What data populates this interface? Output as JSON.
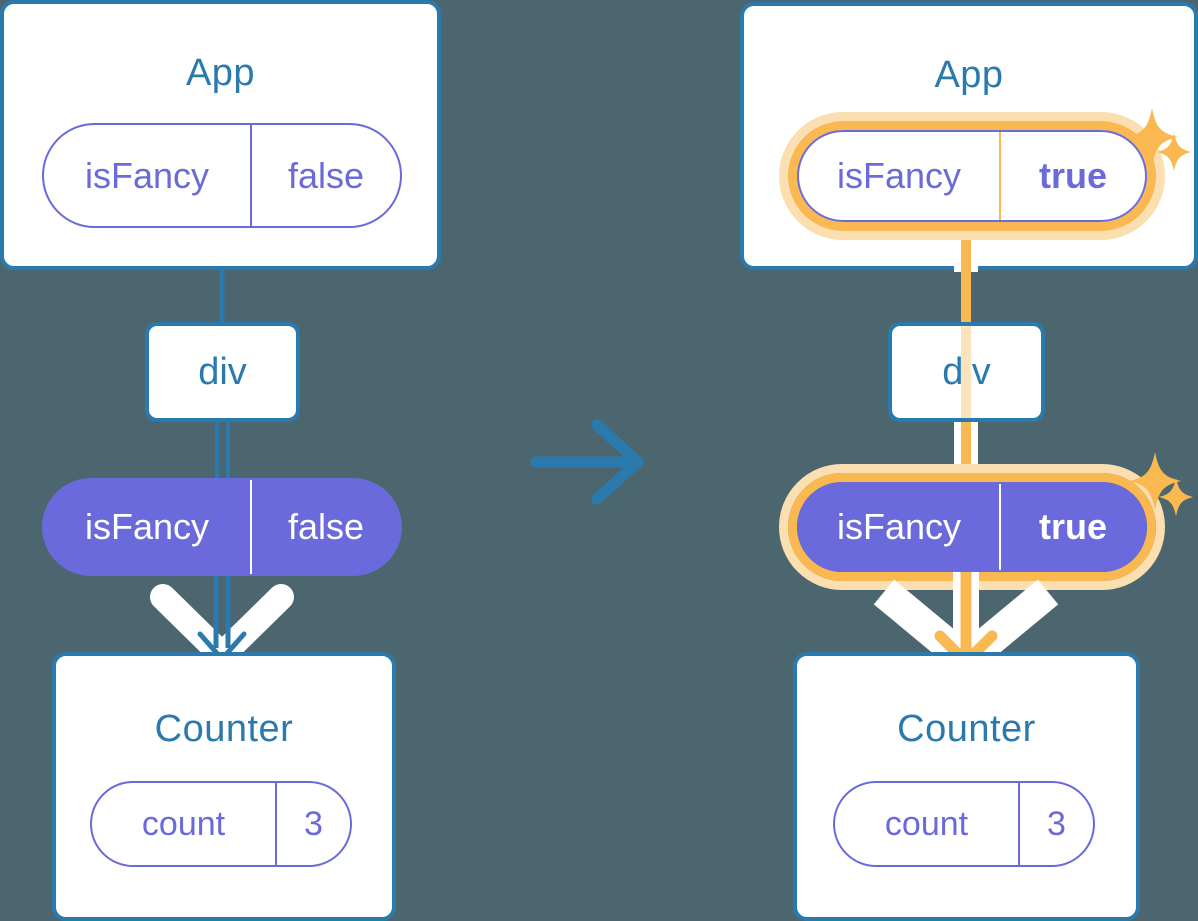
{
  "diagram": {
    "title_semantic": "react-state-propagation-before-after",
    "background_color": "#4c6670",
    "accent_blue": "#2a7aad",
    "accent_purple": "#6a6add",
    "highlight_orange": "#f9b950",
    "highlight_glow": "#fbdfb0",
    "arrow_white": "#ffffff"
  },
  "transition": {
    "icon": "arrow-right-icon",
    "color": "#2a7aad"
  },
  "before": {
    "app": {
      "title": "App",
      "state": {
        "key": "isFancy",
        "value": "false",
        "highlighted": false
      }
    },
    "div": {
      "label": "div"
    },
    "prop": {
      "key": "isFancy",
      "value": "false",
      "highlighted": false
    },
    "counter": {
      "title": "Counter",
      "state": {
        "key": "count",
        "value": "3",
        "highlighted": false
      }
    }
  },
  "after": {
    "app": {
      "title": "App",
      "state": {
        "key": "isFancy",
        "value": "true",
        "highlighted": true
      }
    },
    "div": {
      "label": "div"
    },
    "prop": {
      "key": "isFancy",
      "value": "true",
      "highlighted": true
    },
    "counter": {
      "title": "Counter",
      "state": {
        "key": "count",
        "value": "3",
        "highlighted": false
      }
    },
    "sparkles": [
      {
        "name": "sparkle-large-top",
        "size": "large"
      },
      {
        "name": "sparkle-small-top",
        "size": "small"
      },
      {
        "name": "sparkle-large-mid",
        "size": "large"
      },
      {
        "name": "sparkle-small-mid",
        "size": "small"
      }
    ]
  }
}
